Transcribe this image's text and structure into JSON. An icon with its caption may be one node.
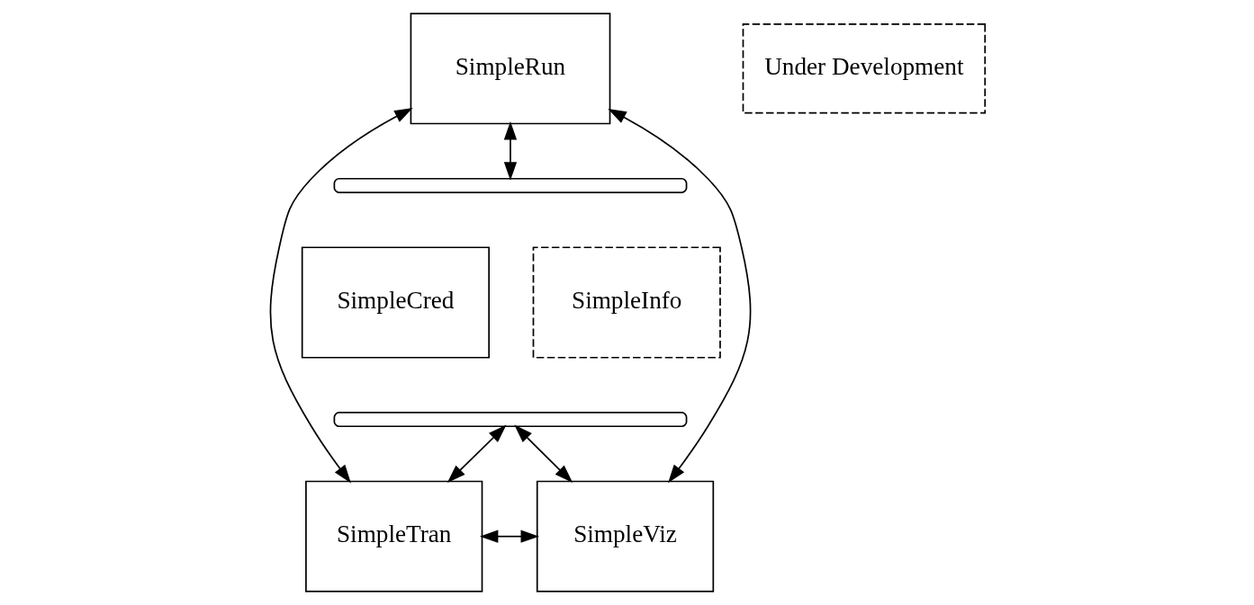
{
  "diagram": {
    "nodes": [
      {
        "text": [
          "SimpleRun"
        ]
      },
      {
        "text": [
          "Under Development"
        ]
      },
      {
        "text": [],
        "shape": "brace"
      },
      {
        "text": [
          "SimpleCred"
        ]
      },
      {
        "text": [
          "SimpleInfo"
        ]
      },
      {
        "text": [],
        "shape": "brace"
      },
      {
        "text": [
          "SimpleTran"
        ]
      },
      {
        "text": [
          "SimpleViz"
        ]
      }
    ],
    "edges": [
      {
        "from": 0,
        "to": 6,
        "arrow": "both"
      },
      {
        "from": 0,
        "to": 2,
        "arrow": "both"
      },
      {
        "from": 0,
        "to": 7,
        "arrow": "both"
      },
      {
        "from": 5,
        "to": 6,
        "arrow": "both"
      },
      {
        "from": 5,
        "to": 7,
        "arrow": "both"
      },
      {
        "from": 6,
        "to": 7,
        "arrow": "both"
      }
    ]
  }
}
